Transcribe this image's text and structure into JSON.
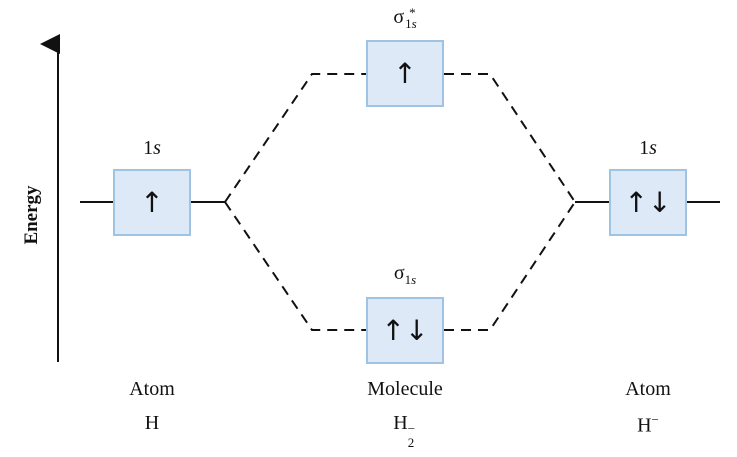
{
  "axis": {
    "label": "Energy"
  },
  "left": {
    "orbital": "1",
    "orbital_italic": "s",
    "electrons": "↑",
    "label": "Atom",
    "species": "H"
  },
  "center": {
    "antibonding": {
      "symbol": "σ",
      "sub": "1",
      "sub_italic": "s",
      "sup": "*",
      "electrons": "↑"
    },
    "bonding": {
      "symbol": "σ",
      "sub": "1",
      "sub_italic": "s",
      "electrons": "↑↓"
    },
    "label": "Molecule",
    "species": "H",
    "species_sub": "2",
    "species_sup": "−"
  },
  "right": {
    "orbital": "1",
    "orbital_italic": "s",
    "electrons": "↑↓",
    "label": "Atom",
    "species": "H",
    "species_sup": "−"
  },
  "colors": {
    "box_fill": "#dde9f7",
    "box_border": "#9fc3e3"
  }
}
